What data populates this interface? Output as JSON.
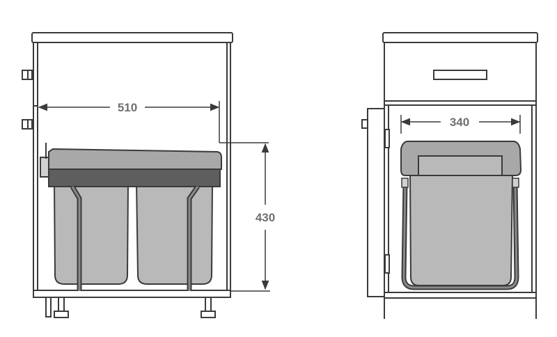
{
  "dimensions": {
    "width_label": "510",
    "height_label": "430",
    "width_label_single": "340"
  },
  "colors": {
    "outline": "#3a3a3a",
    "bin_fill": "#b9b9b9",
    "lid_fill": "#9e9e9e",
    "frame_dark": "#5e5e5e",
    "dimension_text": "#6f6f6f"
  }
}
